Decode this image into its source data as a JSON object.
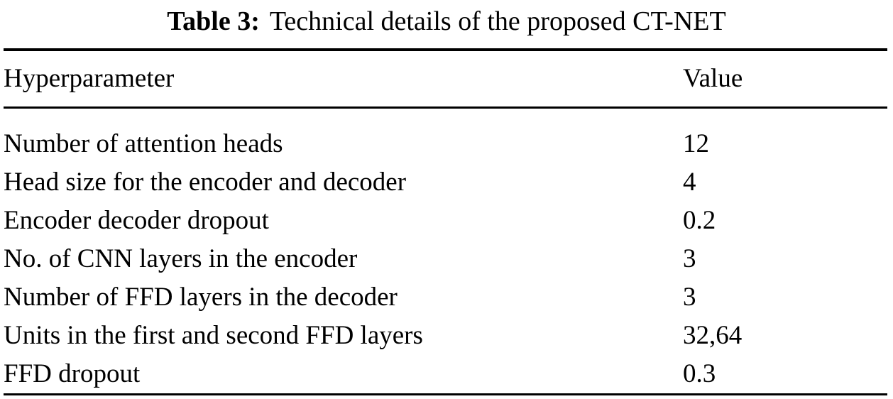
{
  "caption": {
    "label": "Table 3:",
    "text": "Technical details of the proposed CT-NET"
  },
  "table": {
    "columns": [
      "Hyperparameter",
      "Value"
    ],
    "rows": [
      {
        "hyperparameter": "Number of attention heads",
        "value": "12"
      },
      {
        "hyperparameter": "Head size for the encoder and decoder",
        "value": "4"
      },
      {
        "hyperparameter": "Encoder decoder dropout",
        "value": "0.2"
      },
      {
        "hyperparameter": "No. of CNN layers in the encoder",
        "value": "3"
      },
      {
        "hyperparameter": "Number of FFD layers in the decoder",
        "value": "3"
      },
      {
        "hyperparameter": "Units in the first and second FFD layers",
        "value": "32,64"
      },
      {
        "hyperparameter": "FFD dropout",
        "value": "0.3"
      }
    ]
  },
  "colors": {
    "text": "#000000",
    "rule": "#000000",
    "background": "#ffffff"
  }
}
